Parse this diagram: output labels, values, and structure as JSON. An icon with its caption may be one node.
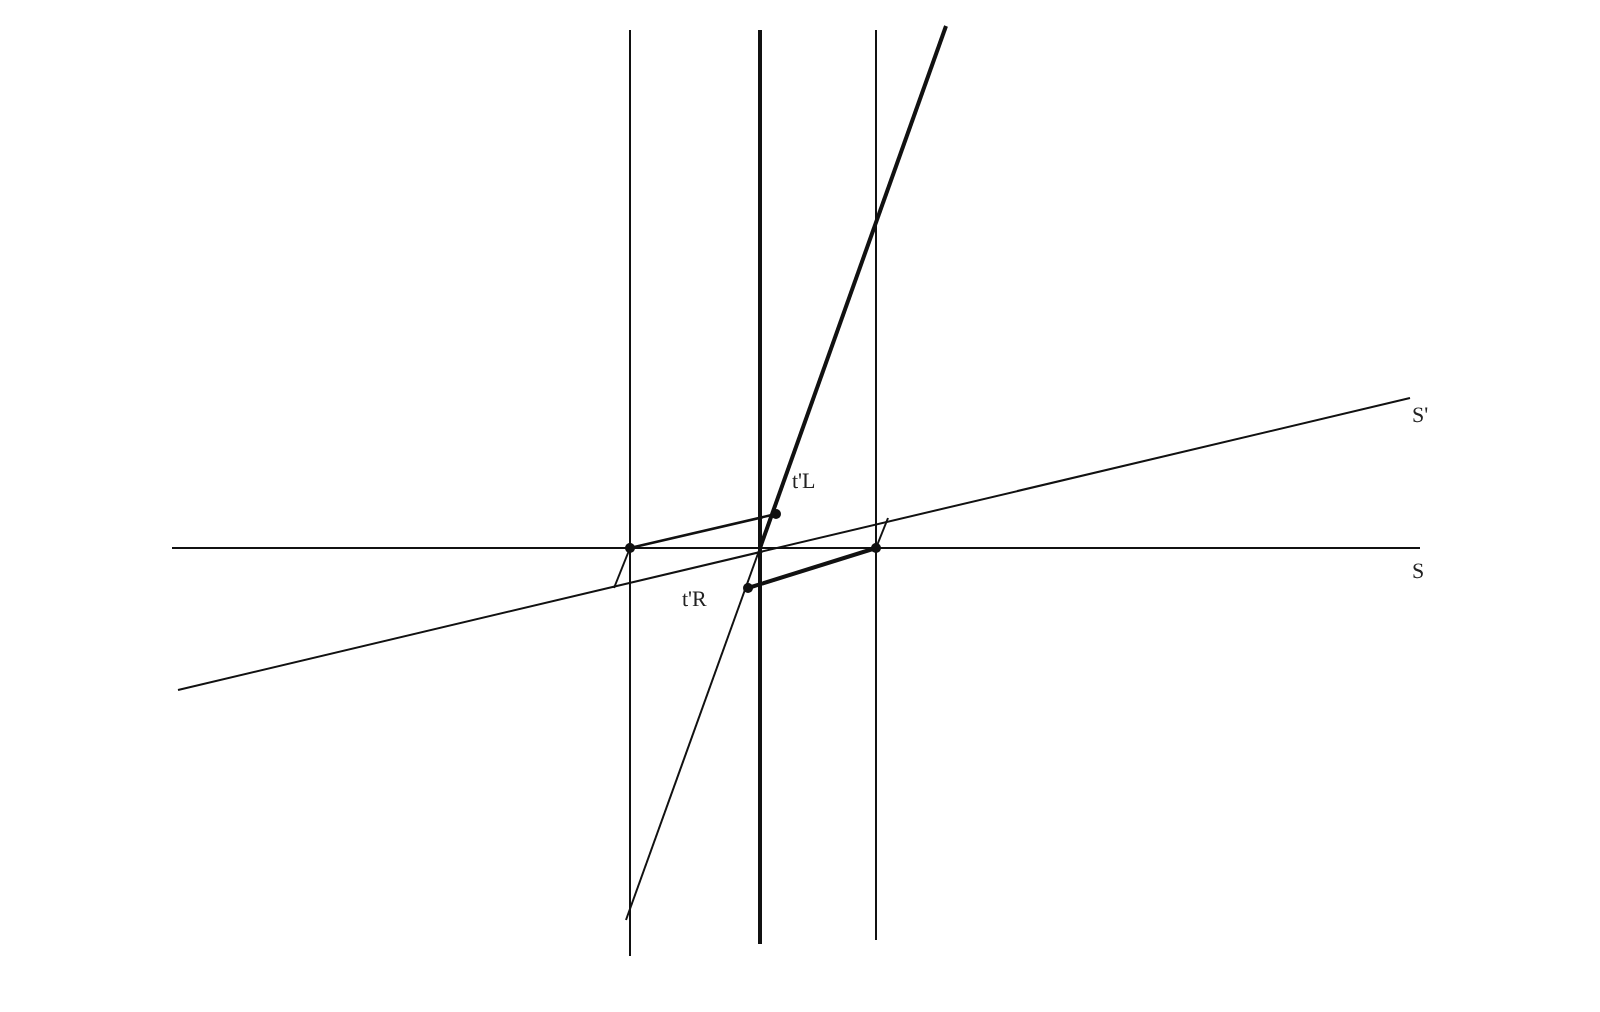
{
  "diagram": {
    "labels": [
      "t'L",
      "t'R",
      "S'",
      "S"
    ]
  }
}
